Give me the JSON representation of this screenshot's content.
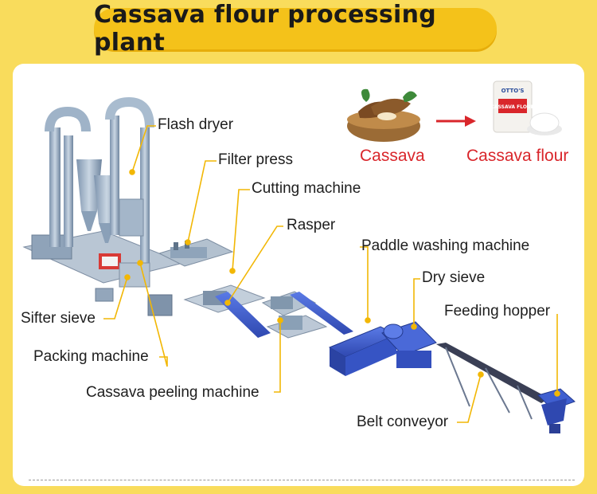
{
  "title": "Cassava flour processing plant",
  "products": {
    "input": "Cassava",
    "output": "Cassava flour",
    "bag_brand": "OTTO'S",
    "bag_text": "CASSAVA FLOUR"
  },
  "labels": {
    "flash_dryer": "Flash dryer",
    "filter_press": "Filter press",
    "cutting_machine": "Cutting machine",
    "rasper": "Rasper",
    "paddle_washing_machine": "Paddle washing machine",
    "dry_sieve": "Dry sieve",
    "feeding_hopper": "Feeding hopper",
    "sifter_sieve": "Sifter sieve",
    "packing_machine": "Packing machine",
    "cassava_peeling_machine": "Cassava peeling machine",
    "belt_conveyor": "Belt conveyor"
  },
  "colors": {
    "background": "#f9dc5c",
    "title_pill": "#f4c21a",
    "accent_red": "#d9262b",
    "leader_line": "#f2b705",
    "machine_blue": "#3f5fd0",
    "machine_steel": "#9fb3c8"
  }
}
